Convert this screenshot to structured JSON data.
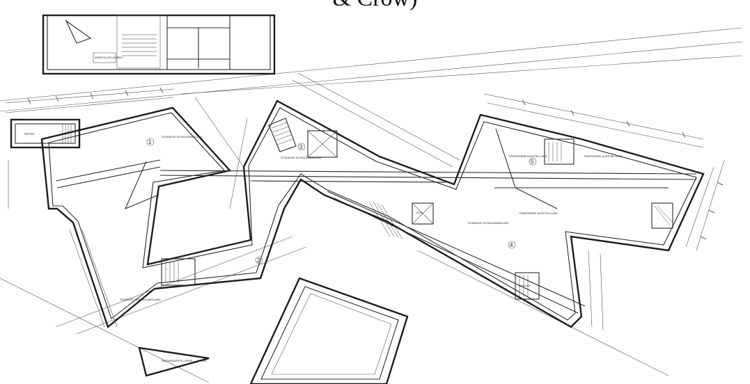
{
  "caption": "& Crow)",
  "room_numbers": [
    "1",
    "2",
    "3",
    "4",
    "5"
  ],
  "room_labels": {
    "r1": "STÄNDIGE SCHAUSAMMLUNG",
    "r2": "STÄNDIGE SCHAUSAMMLUNG",
    "r3": "STÄNDIGE SCHAUSAMMLUNG",
    "r4": "STÄNDIGE SCHAUSAMMLUNG",
    "r5a": "TEMPORÄRE AUSSTELLUNG",
    "r5b": "TEMPORÄRE AUSSTELLUNG",
    "r5c": "TEMPORÄRE AUSSTELLUNG",
    "void": "VOID",
    "stair": "TREPPE",
    "lift": "AUFZUG"
  },
  "bottom_label": "ENTWÄSSERTE LEERE — OFFEN",
  "top_note": "ANSCHLUSS ALTBAU"
}
